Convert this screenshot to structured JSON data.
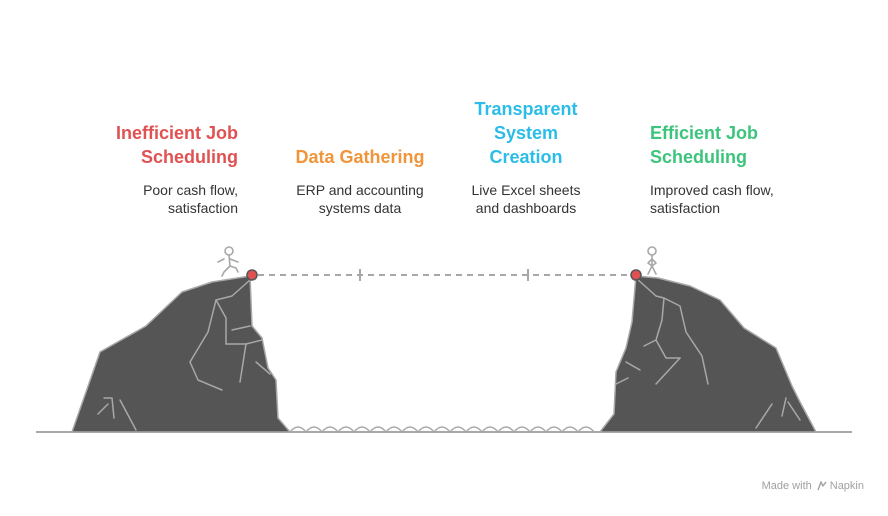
{
  "colors": {
    "red": "#e05252",
    "orange": "#f0953a",
    "blue": "#2bbde8",
    "green": "#3cc47c",
    "rock": "#555555",
    "line": "#a8a8a8"
  },
  "steps": [
    {
      "title": "Inefficient Job\nScheduling",
      "description": "Poor cash flow,\nsatisfaction"
    },
    {
      "title": "Data Gathering",
      "description": "ERP and accounting\nsystems data"
    },
    {
      "title": "Transparent\nSystem\nCreation",
      "description": "Live Excel sheets\nand dashboards"
    },
    {
      "title": "Efficient Job\nScheduling",
      "description": "Improved cash flow,\nsatisfaction"
    }
  ],
  "credit": {
    "prefix": "Made with",
    "brand": "Napkin"
  },
  "icons": {
    "left_figure": "running-person-icon",
    "right_figure": "standing-person-icon",
    "brand": "napkin-logo-icon"
  }
}
